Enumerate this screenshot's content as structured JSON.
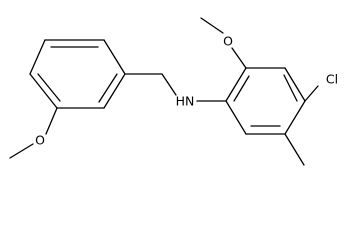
{
  "atoms": {
    "o_right": "O",
    "o_left": "O",
    "nh": "HN",
    "cl": "Cl"
  },
  "colors": {
    "bond": "#000000",
    "label": "#000000",
    "background": "#ffffff"
  }
}
